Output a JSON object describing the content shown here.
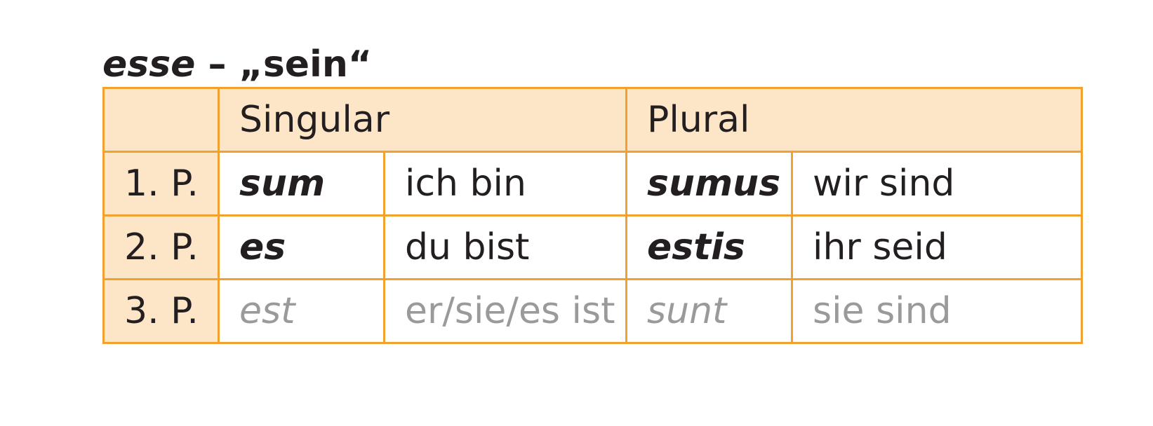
{
  "title": {
    "latin": "esse",
    "separator": " – ",
    "translation": "„sein“"
  },
  "table": {
    "headers": [
      "",
      "Singular",
      "Plural"
    ],
    "rows": [
      {
        "person": "1. P.",
        "sg_latin": "sum",
        "sg_german": "ich bin",
        "pl_latin": "sumus",
        "pl_german": "wir sind"
      },
      {
        "person": "2. P.",
        "sg_latin": "es",
        "sg_german": "du bist",
        "pl_latin": "estis",
        "pl_german": "ihr seid"
      },
      {
        "person": "3. P.",
        "sg_latin": "est",
        "sg_german": "er/sie/es ist",
        "pl_latin": "sunt",
        "pl_german": "sie sind"
      }
    ]
  },
  "colors": {
    "border": "#f1a12e",
    "header_fill": "#fde6c8",
    "muted_text": "#9a9a9a"
  }
}
